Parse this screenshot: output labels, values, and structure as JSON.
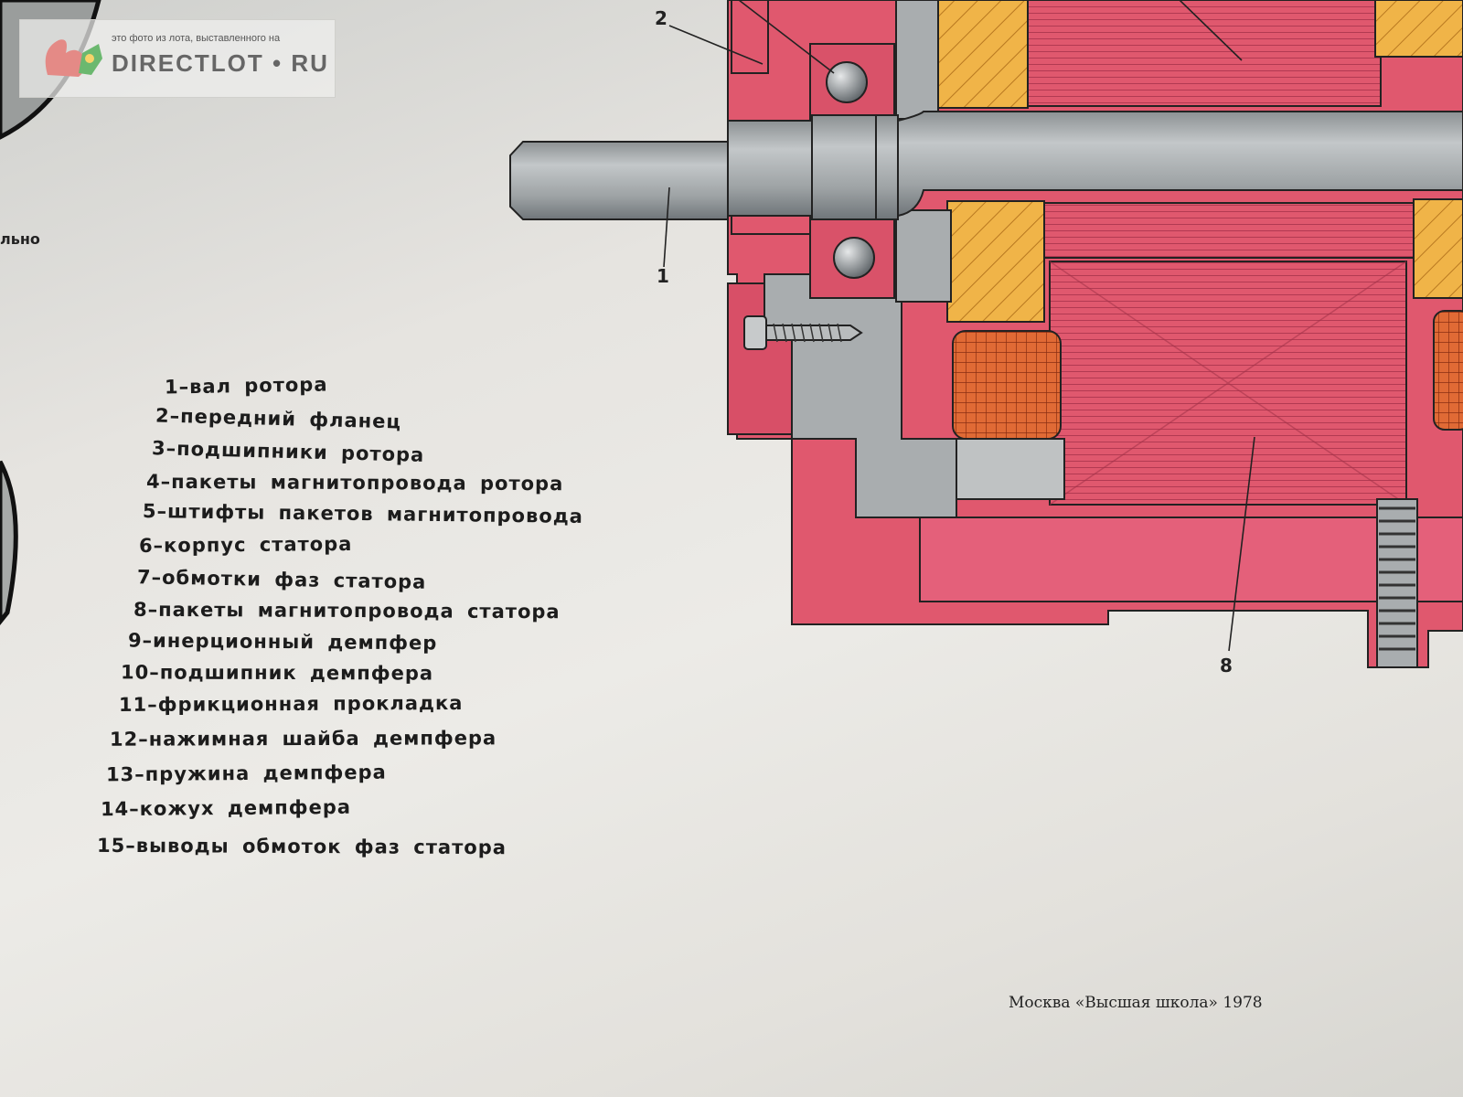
{
  "watermark": {
    "caption": "это фото из лота, выставленного на",
    "brand": "DIRECTLOT • RU"
  },
  "edge_fragment": "льно",
  "callouts": [
    "2",
    "1",
    "8"
  ],
  "legend": [
    "1–вал ротора",
    "2–передний фланец",
    "3–подшипники ротора",
    "4–пакеты магнитопровода ротора",
    "5–штифты пакетов магнитопровода",
    "6–корпус статора",
    "7–обмотки фаз статора",
    "8–пакеты магнитопровода статора",
    "9–инерционный демпфер",
    "10–подшипник демпфера",
    "11–фрикционная прокладка",
    "12–нажимная шайба демпфера",
    "13–пружина демпфера",
    "14–кожух демпфера",
    "15–выводы обмоток фаз статора"
  ],
  "imprint": "Москва «Высшая школа» 1978",
  "colors": {
    "housing": "#e0586e",
    "shaft": "#a4a8aa",
    "winding": "#e8a23c",
    "coil": "#d95b2e"
  },
  "icons": [
    "squirrel-logo-icon"
  ]
}
